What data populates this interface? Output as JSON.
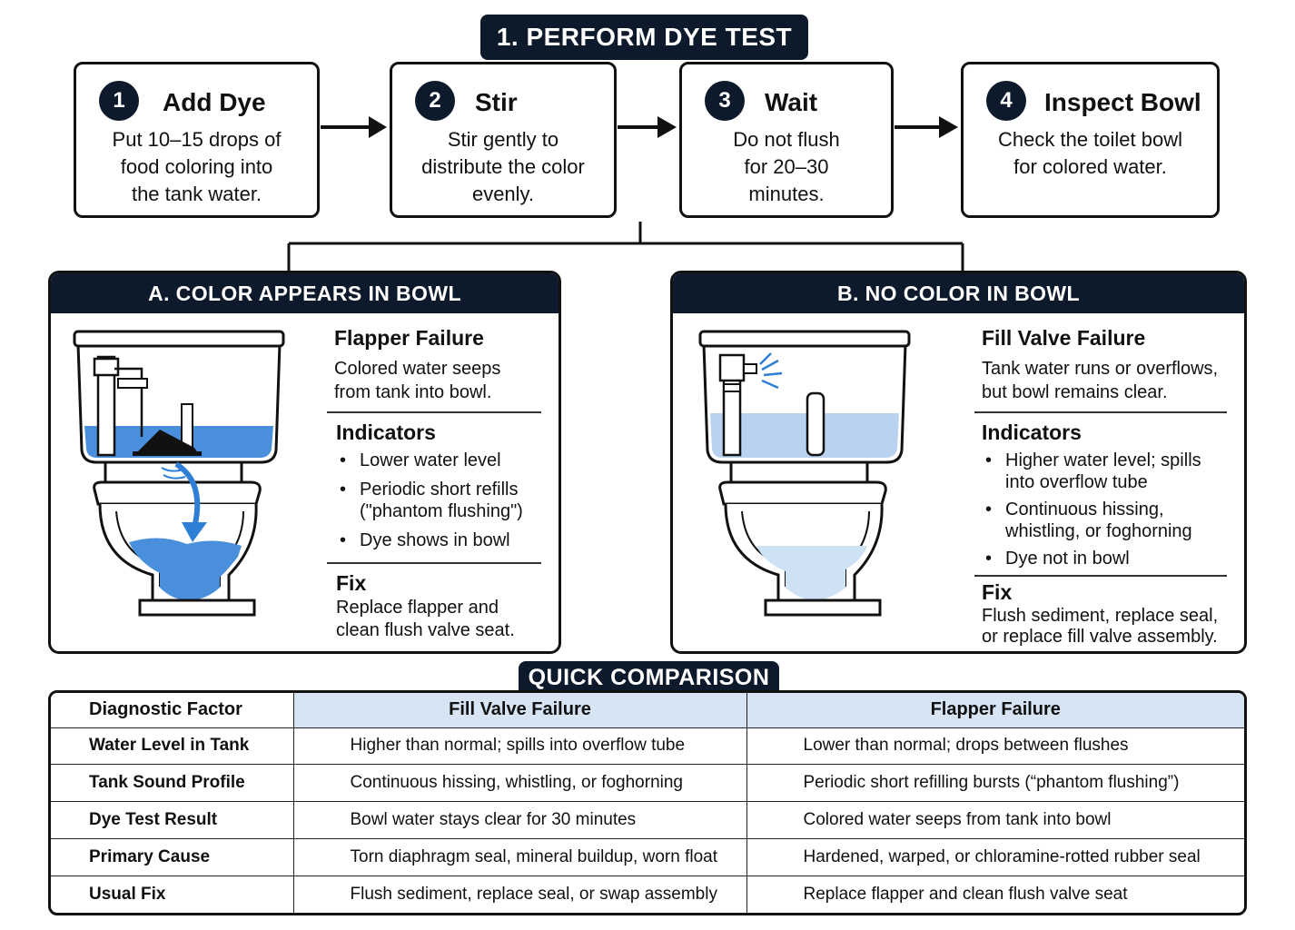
{
  "title": "1. PERFORM DYE TEST",
  "steps": [
    {
      "num": "1",
      "title": "Add Dye",
      "desc": [
        "Put 10–15 drops of",
        "food coloring into",
        "the tank water."
      ]
    },
    {
      "num": "2",
      "title": "Stir",
      "desc": [
        "Stir gently to",
        "distribute the color",
        "evenly."
      ]
    },
    {
      "num": "3",
      "title": "Wait",
      "desc": [
        "Do not flush",
        "for 20–30",
        "minutes."
      ]
    },
    {
      "num": "4",
      "title": "Inspect Bowl",
      "desc": [
        "Check the toilet bowl",
        "for colored water."
      ]
    }
  ],
  "panel_a": {
    "header": "A. COLOR APPEARS IN BOWL",
    "failure_title": "Flapper Failure",
    "failure_desc": [
      "Colored water seeps",
      "from tank into bowl."
    ],
    "indicators_title": "Indicators",
    "indicators": [
      "Lower water level",
      "Periodic short refills (\"phantom flushing\")",
      "Dye shows in bowl"
    ],
    "fix_title": "Fix",
    "fix_desc": [
      "Replace flapper and",
      "clean flush valve seat."
    ]
  },
  "panel_b": {
    "header": "B. NO COLOR IN BOWL",
    "failure_title": "Fill Valve Failure",
    "failure_desc": [
      "Tank water runs or overflows,",
      "but bowl remains clear."
    ],
    "indicators_title": "Indicators",
    "indicators": [
      "Higher water level; spills into overflow tube",
      "Continuous hissing, whistling, or foghorning",
      "Dye not in bowl"
    ],
    "fix_title": "Fix",
    "fix_desc": [
      "Flush sediment, replace seal,",
      "or replace fill valve assembly."
    ]
  },
  "comparison": {
    "title": "QUICK COMPARISON",
    "headers": [
      "Diagnostic Factor",
      "Fill Valve Failure",
      "Flapper Failure"
    ],
    "rows": [
      [
        "Water Level in Tank",
        "Higher than normal; spills into overflow tube",
        "Lower than normal; drops between flushes"
      ],
      [
        "Tank Sound Profile",
        "Continuous hissing, whistling, or foghorning",
        "Periodic short refilling bursts (“phantom flushing”)"
      ],
      [
        "Dye Test Result",
        "Bowl water stays clear for 30 minutes",
        "Colored water seeps from tank into bowl"
      ],
      [
        "Primary Cause",
        "Torn diaphragm seal, mineral buildup, worn float",
        "Hardened, warped, or chloramine-rotted rubber seal"
      ],
      [
        "Usual Fix",
        "Flush sediment, replace seal, or swap assembly",
        "Replace flapper and clean flush valve seat"
      ]
    ]
  },
  "colors": {
    "navy": "#0d1a2b",
    "water": "#4a8fdc",
    "light_water": "#cfe1f5",
    "header_blue": "#d6e4f4"
  }
}
